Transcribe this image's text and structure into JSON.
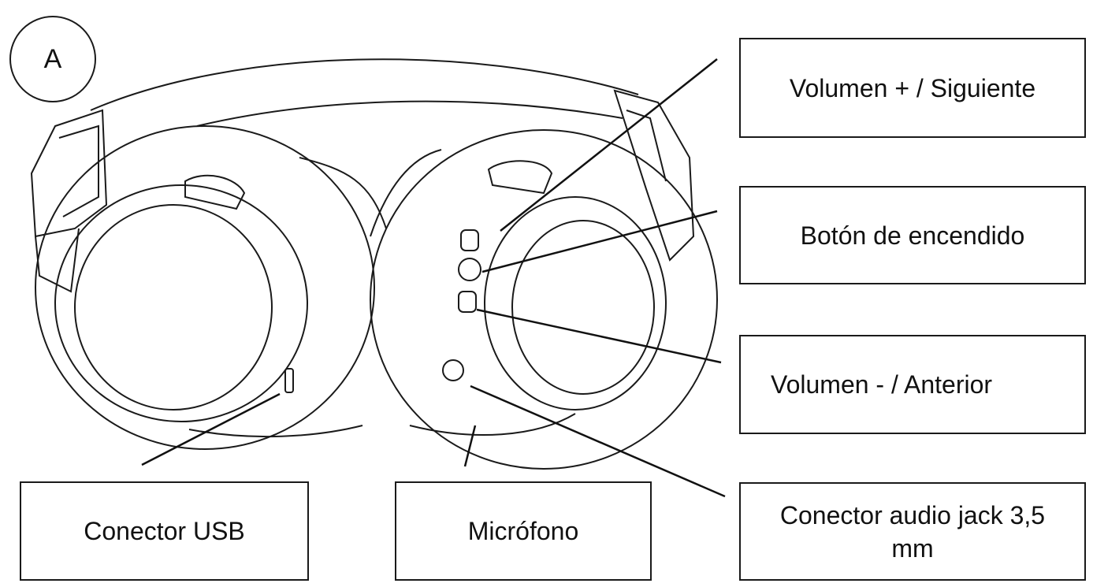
{
  "figure": {
    "badge": "A",
    "labels": {
      "volume_up": "Volumen + / Siguiente",
      "power": "Botón de encendido",
      "volume_down": "Volumen - / Anterior",
      "audio_jack": "Conector audio jack 3,5 mm",
      "usb": "Conector USB",
      "microphone": "Micrófono"
    }
  }
}
